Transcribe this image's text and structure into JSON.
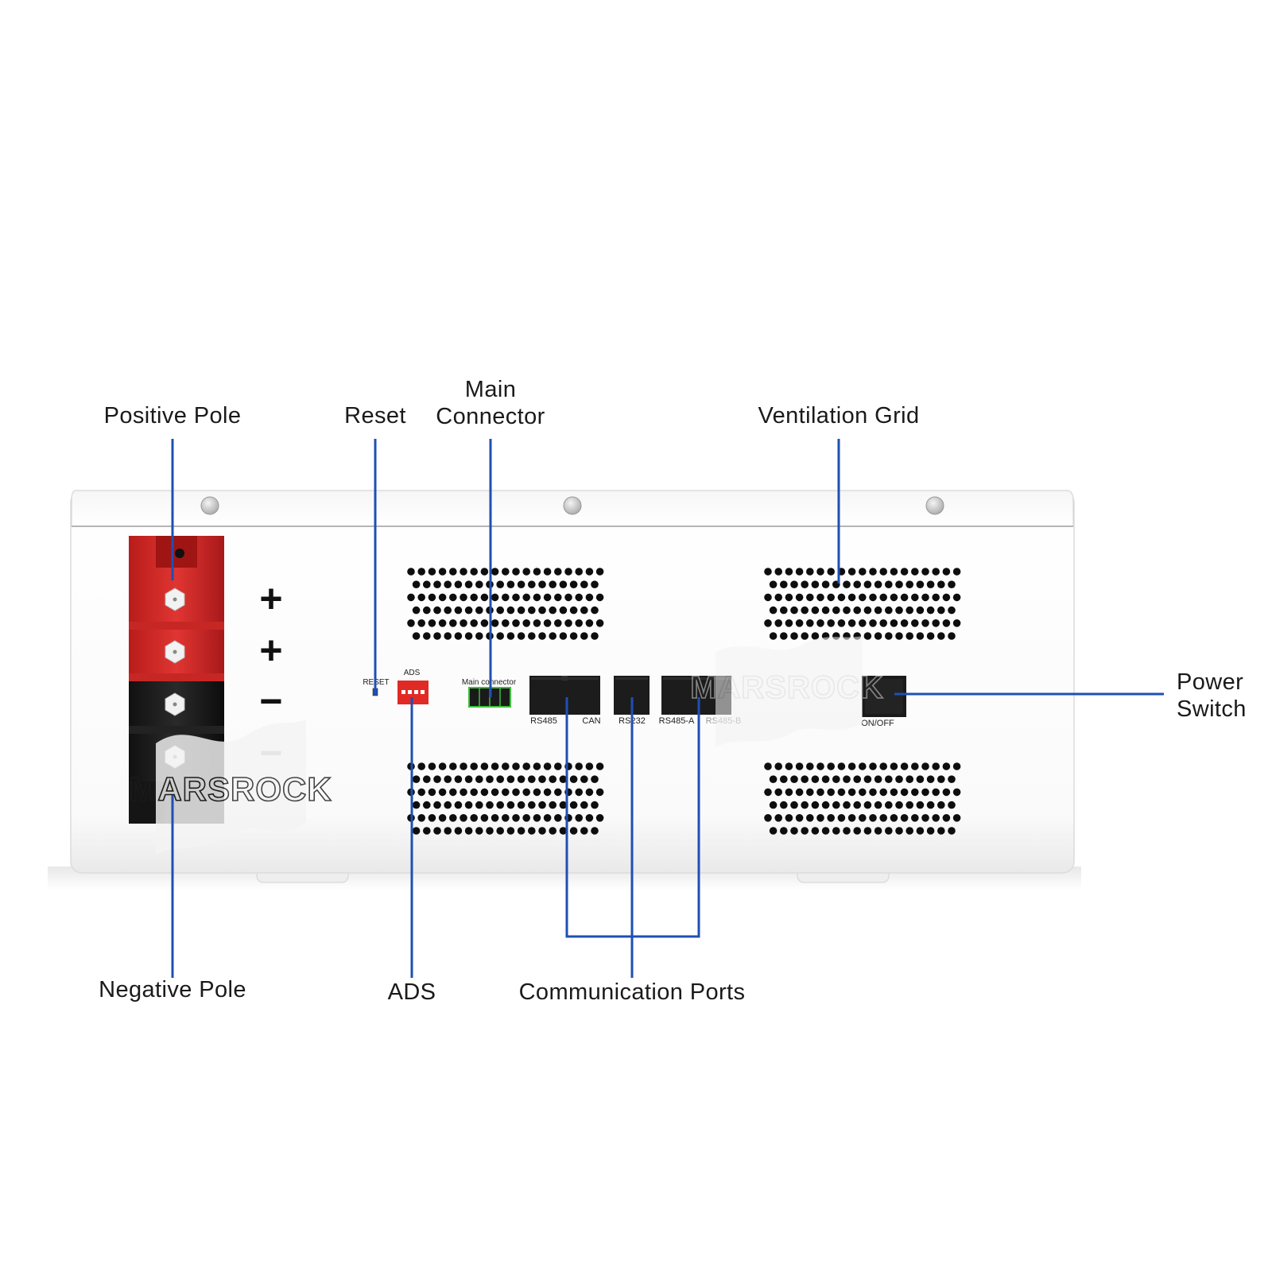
{
  "callouts": {
    "positive_pole": "Positive Pole",
    "reset": "Reset",
    "main_connector_line1": "Main",
    "main_connector_line2": "Connector",
    "ventilation_grid": "Ventilation Grid",
    "power_switch_line1": "Power",
    "power_switch_line2": "Switch",
    "negative_pole": "Negative Pole",
    "ads": "ADS",
    "communication_ports": "Communication Ports"
  },
  "panel_labels": {
    "reset": "RESET",
    "ads": "ADS",
    "main_connector": "Main  connector",
    "rs485": "RS485",
    "can": "CAN",
    "rs232": "RS232",
    "rs485_a": "RS485-A",
    "rs485_b": "RS485-B",
    "on_off": "ON/OFF"
  },
  "terminal_symbols": [
    "+",
    "+",
    "−",
    "−"
  ],
  "watermark": "MARSROCK",
  "colors": {
    "leader": "#1f4fb4",
    "terminal_red": "#d42a26",
    "terminal_black": "#1c1c1c",
    "dip_switch": "#e12a26",
    "main_connector": "#3bbf3b",
    "case": "#ffffff",
    "case_edge": "#d9d9d9"
  }
}
